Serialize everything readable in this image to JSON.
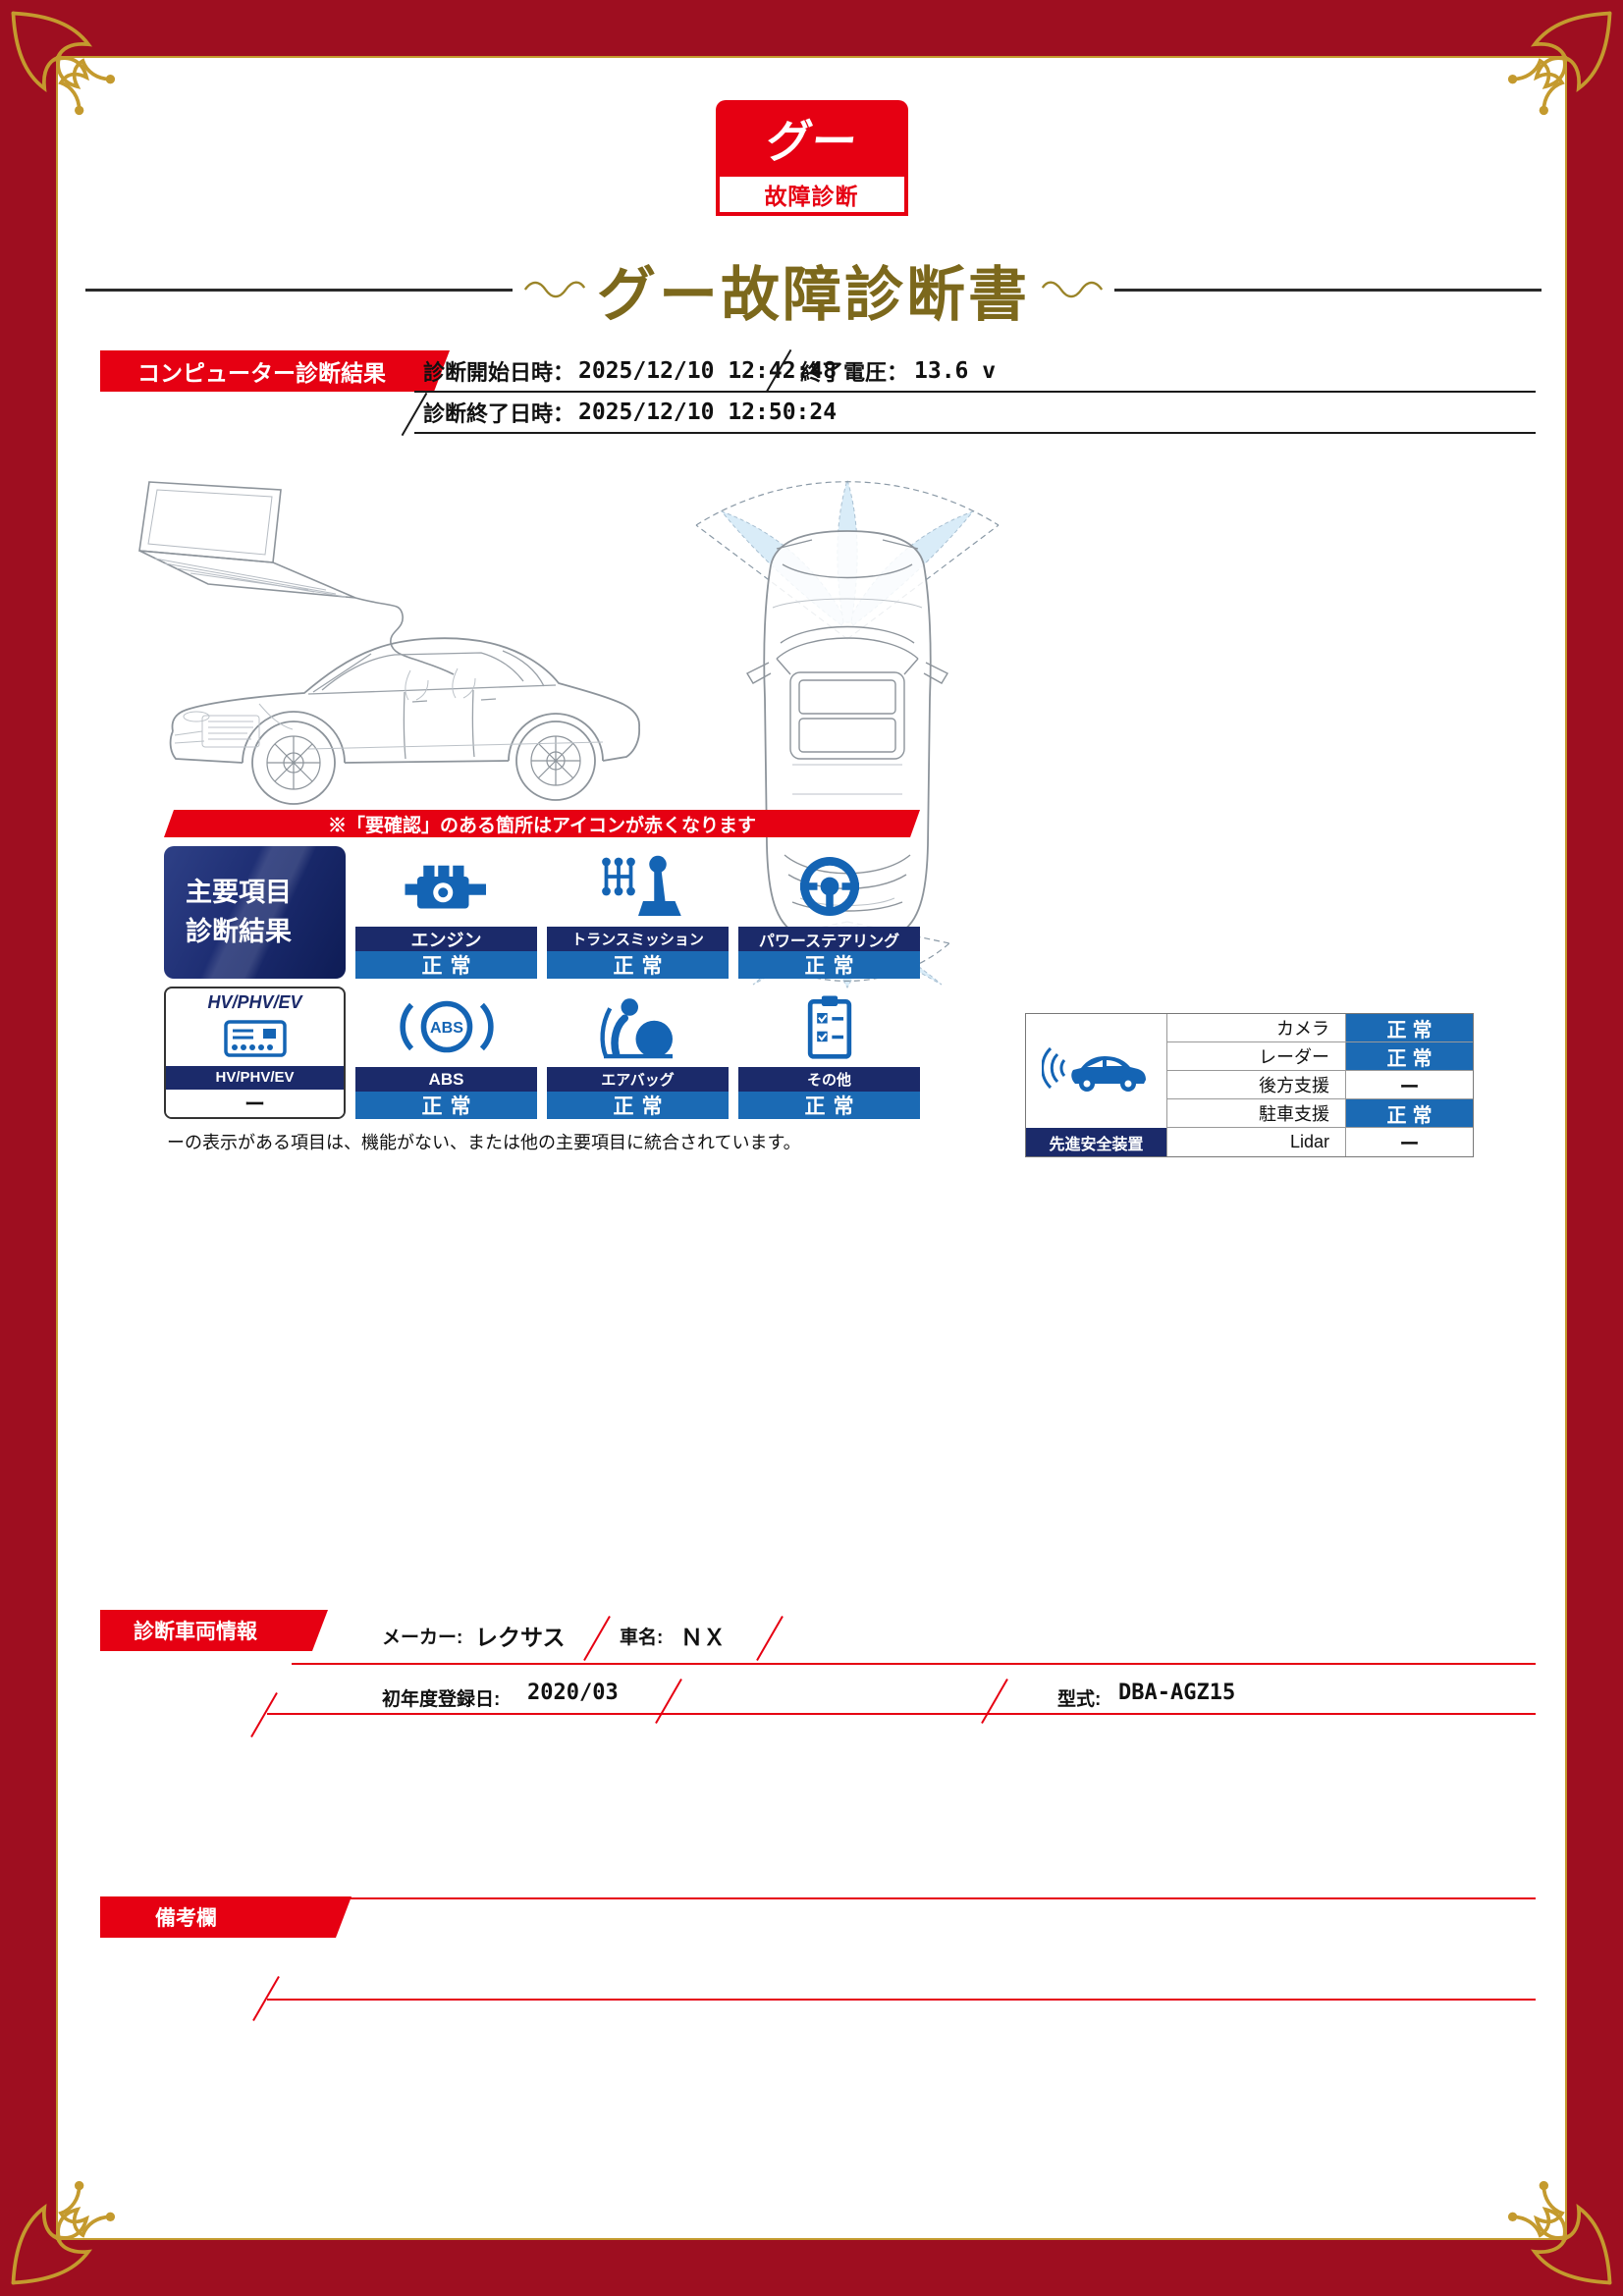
{
  "logo": {
    "top": "グー",
    "bottom": "故障診断"
  },
  "title": "グー故障診断書",
  "diagnosis": {
    "banner": "コンピューター診断結果",
    "start_label": "診断開始日時：",
    "start_value": "2025/12/10 12:42:48",
    "voltage_label": "終了電圧：",
    "voltage_value": "13.6 v",
    "end_label": "診断終了日時：",
    "end_value": "2025/12/10 12:50:24"
  },
  "notice": "※「要確認」のある箇所はアイコンが赤くなります",
  "main_grid": {
    "header_line1": "主要項目",
    "header_line2": "診断結果",
    "hv_title": "HV/PHV/EV",
    "items": [
      {
        "label": "エンジン",
        "status": "正常"
      },
      {
        "label": "トランスミッション",
        "status": "正常"
      },
      {
        "label": "パワーステアリング",
        "status": "正常"
      },
      {
        "label": "HV/PHV/EV",
        "status": "ー"
      },
      {
        "label": "ABS",
        "status": "正常"
      },
      {
        "label": "エアバッグ",
        "status": "正常"
      },
      {
        "label": "その他",
        "status": "正常"
      }
    ],
    "footnote": "ーの表示がある項目は、機能がない、または他の主要項目に統合されています。"
  },
  "safety": {
    "label": "先進安全装置",
    "rows": [
      {
        "label": "カメラ",
        "status": "正常"
      },
      {
        "label": "レーダー",
        "status": "正常"
      },
      {
        "label": "後方支援",
        "status": "ー"
      },
      {
        "label": "駐車支援",
        "status": "正常"
      },
      {
        "label": "Lidar",
        "status": "ー"
      }
    ]
  },
  "vehicle": {
    "banner": "診断車両情報",
    "maker_label": "メーカー:",
    "maker_value": "レクサス",
    "name_label": "車名:",
    "name_value": "ＮＸ",
    "reg_label": "初年度登録日:",
    "reg_value": "2020/03",
    "model_label": "型式:",
    "model_value": "DBA-AGZ15"
  },
  "remarks": {
    "banner": "備考欄"
  },
  "abs_icon_text": "ABS",
  "colors": {
    "accent_red": "#e60012",
    "navy": "#1b2a6a",
    "status_blue": "#1b6ab4",
    "frame_maroon": "#9e0e20",
    "gold": "#c49a2e",
    "title_brown": "#7c681c"
  }
}
